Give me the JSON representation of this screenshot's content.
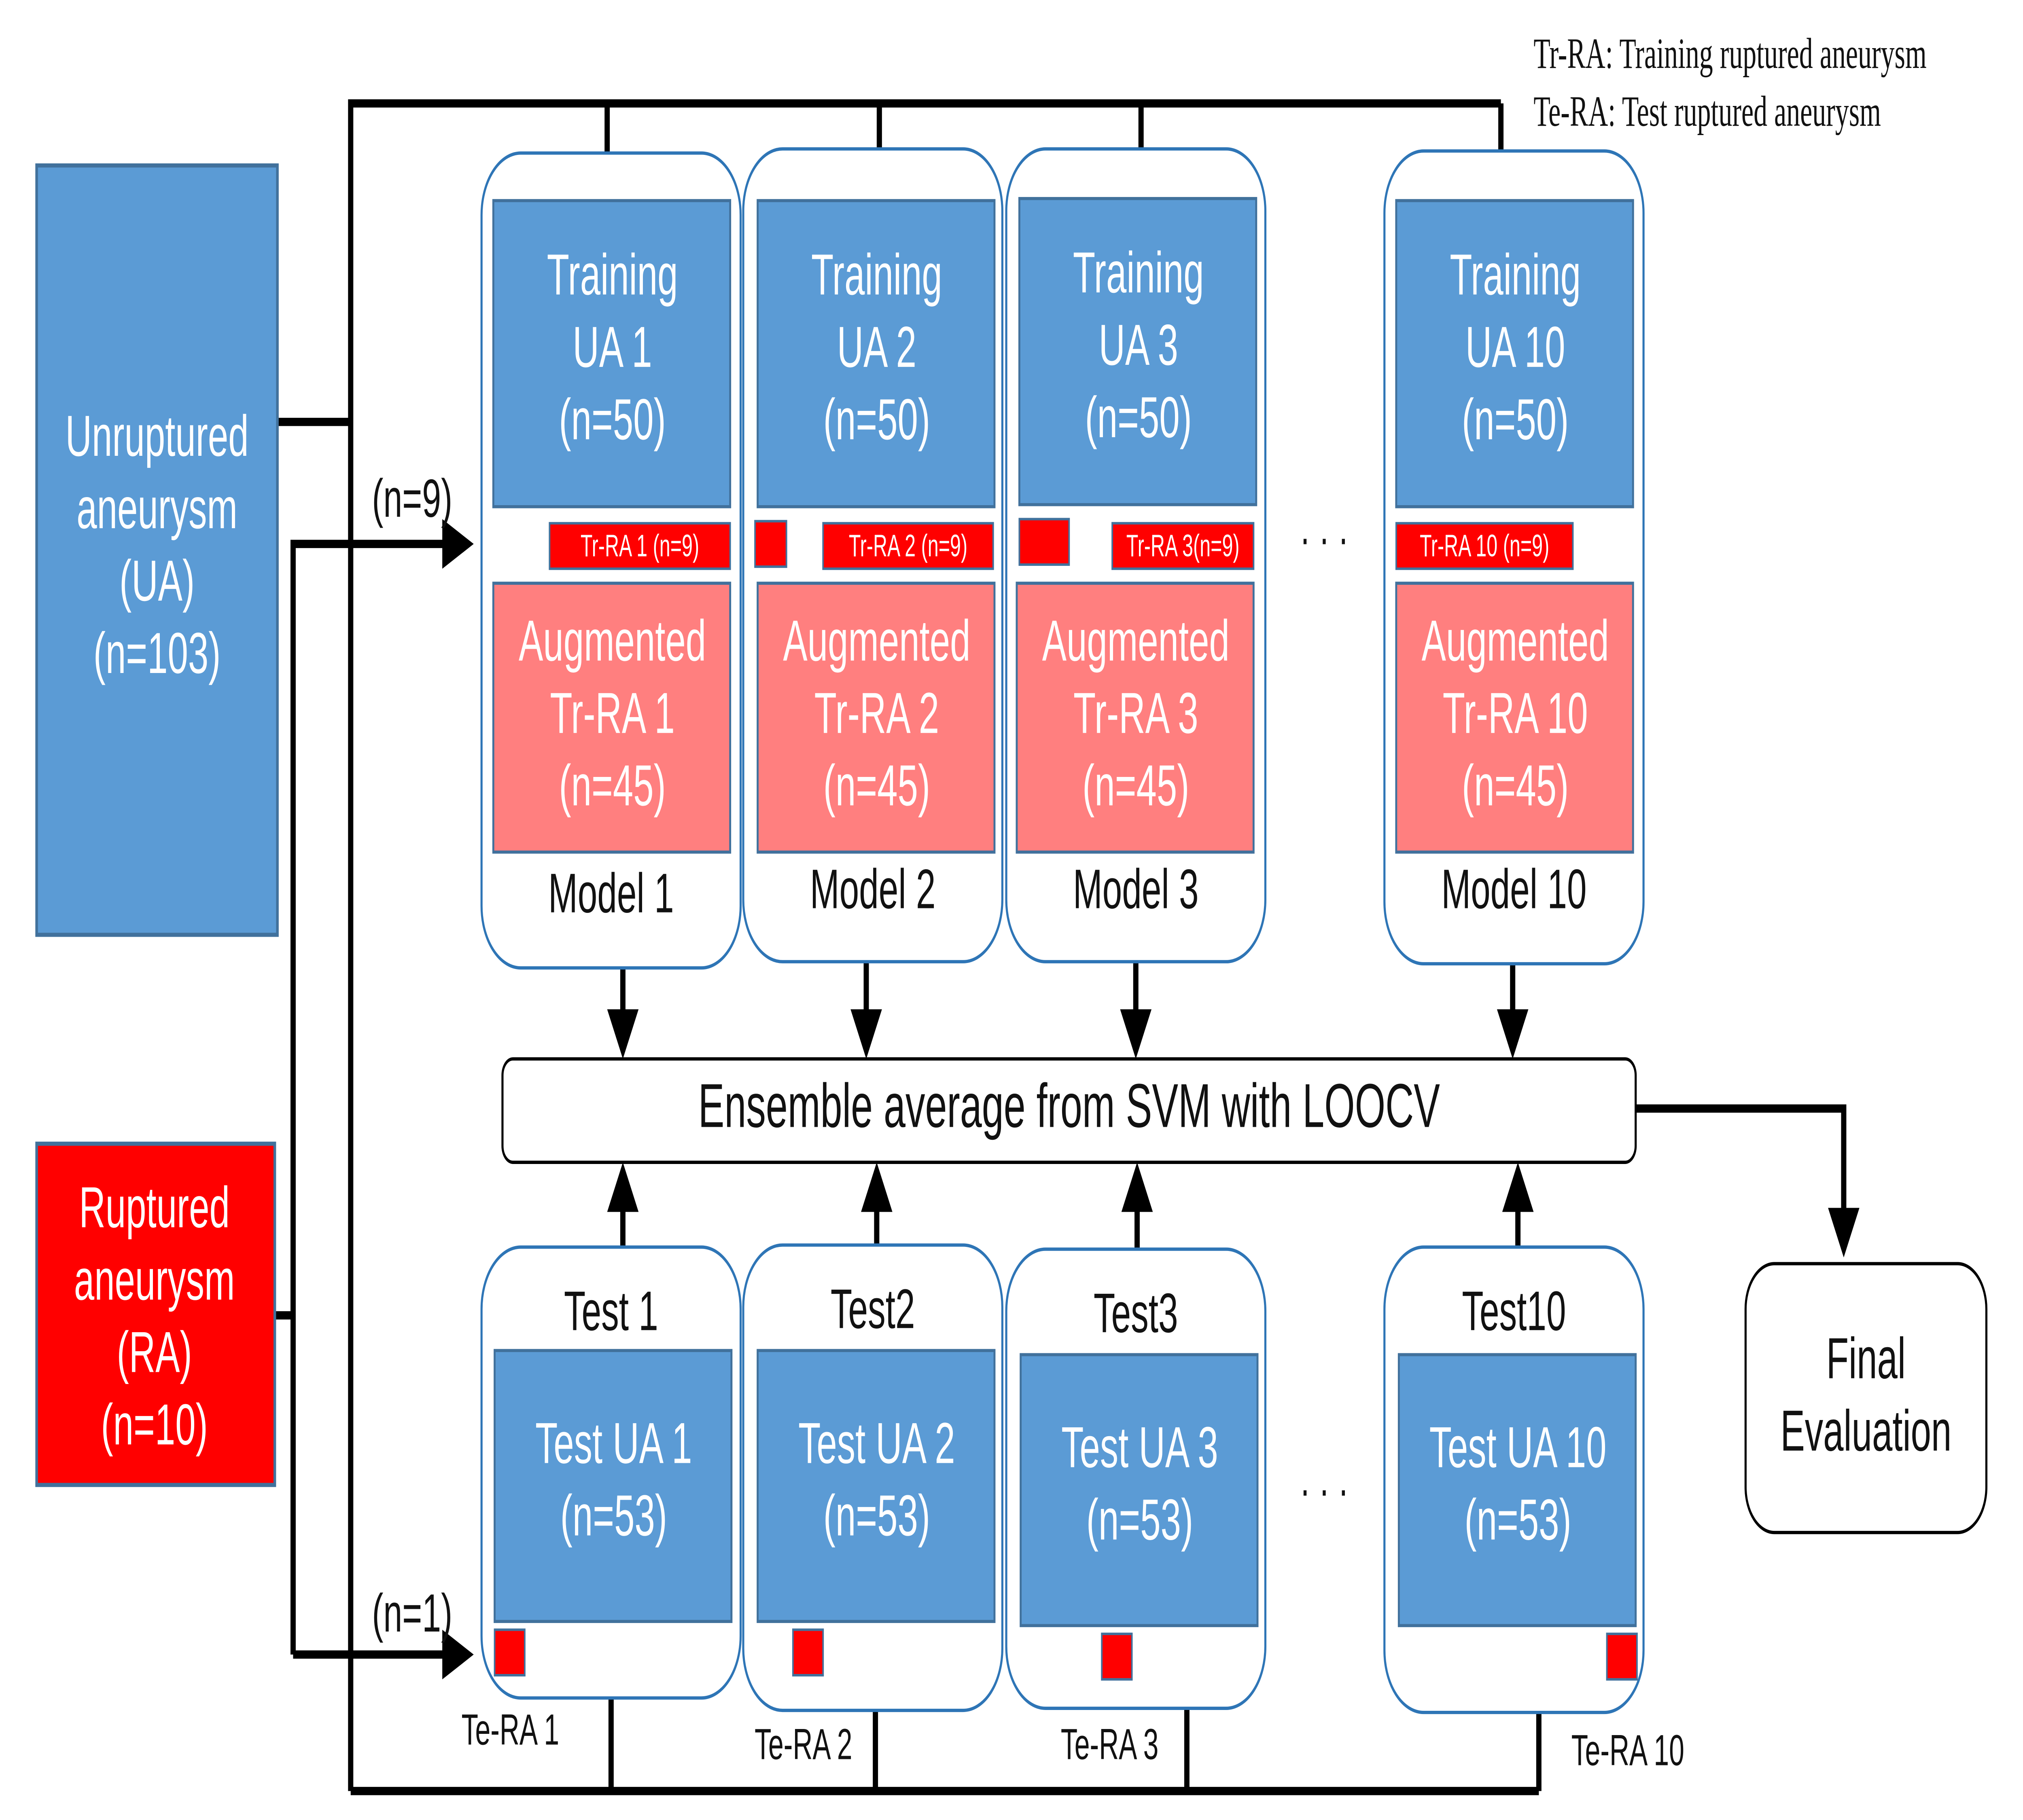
{
  "legend": {
    "tr_ra": "Tr-RA: Training ruptured aneurysm",
    "te_ra": "Te-RA: Test ruptured aneurysm"
  },
  "sources": {
    "ua": [
      "Unruptured",
      "aneurysm",
      "(UA)",
      "(n=103)"
    ],
    "ra": [
      "Ruptured",
      "aneurysm",
      "(RA)",
      "(n=10)"
    ]
  },
  "split_labels": {
    "train": "(n=9)",
    "test": "(n=1)"
  },
  "ellipsis": "· · ·",
  "models": [
    {
      "training": [
        "Training",
        "UA 1",
        "(n=50)"
      ],
      "tr_ra": "Tr-RA 1 (n=9)",
      "augmented": [
        "Augmented",
        "Tr-RA 1",
        "(n=45)"
      ],
      "model": "Model 1",
      "test": "Test 1",
      "test_ua": [
        "Test UA 1",
        "(n=53)"
      ],
      "te_ra": "Te-RA 1"
    },
    {
      "training": [
        "Training",
        "UA 2",
        "(n=50)"
      ],
      "tr_ra": "Tr-RA 2 (n=9)",
      "augmented": [
        "Augmented",
        "Tr-RA 2",
        "(n=45)"
      ],
      "model": "Model 2",
      "test": "Test2",
      "test_ua": [
        "Test UA 2",
        "(n=53)"
      ],
      "te_ra": "Te-RA 2"
    },
    {
      "training": [
        "Training",
        "UA 3",
        "(n=50)"
      ],
      "tr_ra": "Tr-RA 3(n=9)",
      "augmented": [
        "Augmented",
        "Tr-RA 3",
        "(n=45)"
      ],
      "model": "Model 3",
      "test": "Test3",
      "test_ua": [
        "Test UA 3",
        "(n=53)"
      ],
      "te_ra": "Te-RA 3"
    },
    {
      "training": [
        "Training",
        "UA 10",
        "(n=50)"
      ],
      "tr_ra": "Tr-RA 10 (n=9)",
      "augmented": [
        "Augmented",
        "Tr-RA 10",
        "(n=45)"
      ],
      "model": "Model 10",
      "test": "Test10",
      "test_ua": [
        "Test UA 10",
        "(n=53)"
      ],
      "te_ra": "Te-RA 10"
    }
  ],
  "ensemble": "Ensemble average from SVM with LOOCV",
  "final": [
    "Final",
    "Evaluation"
  ],
  "colors": {
    "ua_blue": "#5b9bd5",
    "ra_red": "#ff0000",
    "augmented": "#ff7f7f",
    "panel_border": "#2e75b6"
  }
}
